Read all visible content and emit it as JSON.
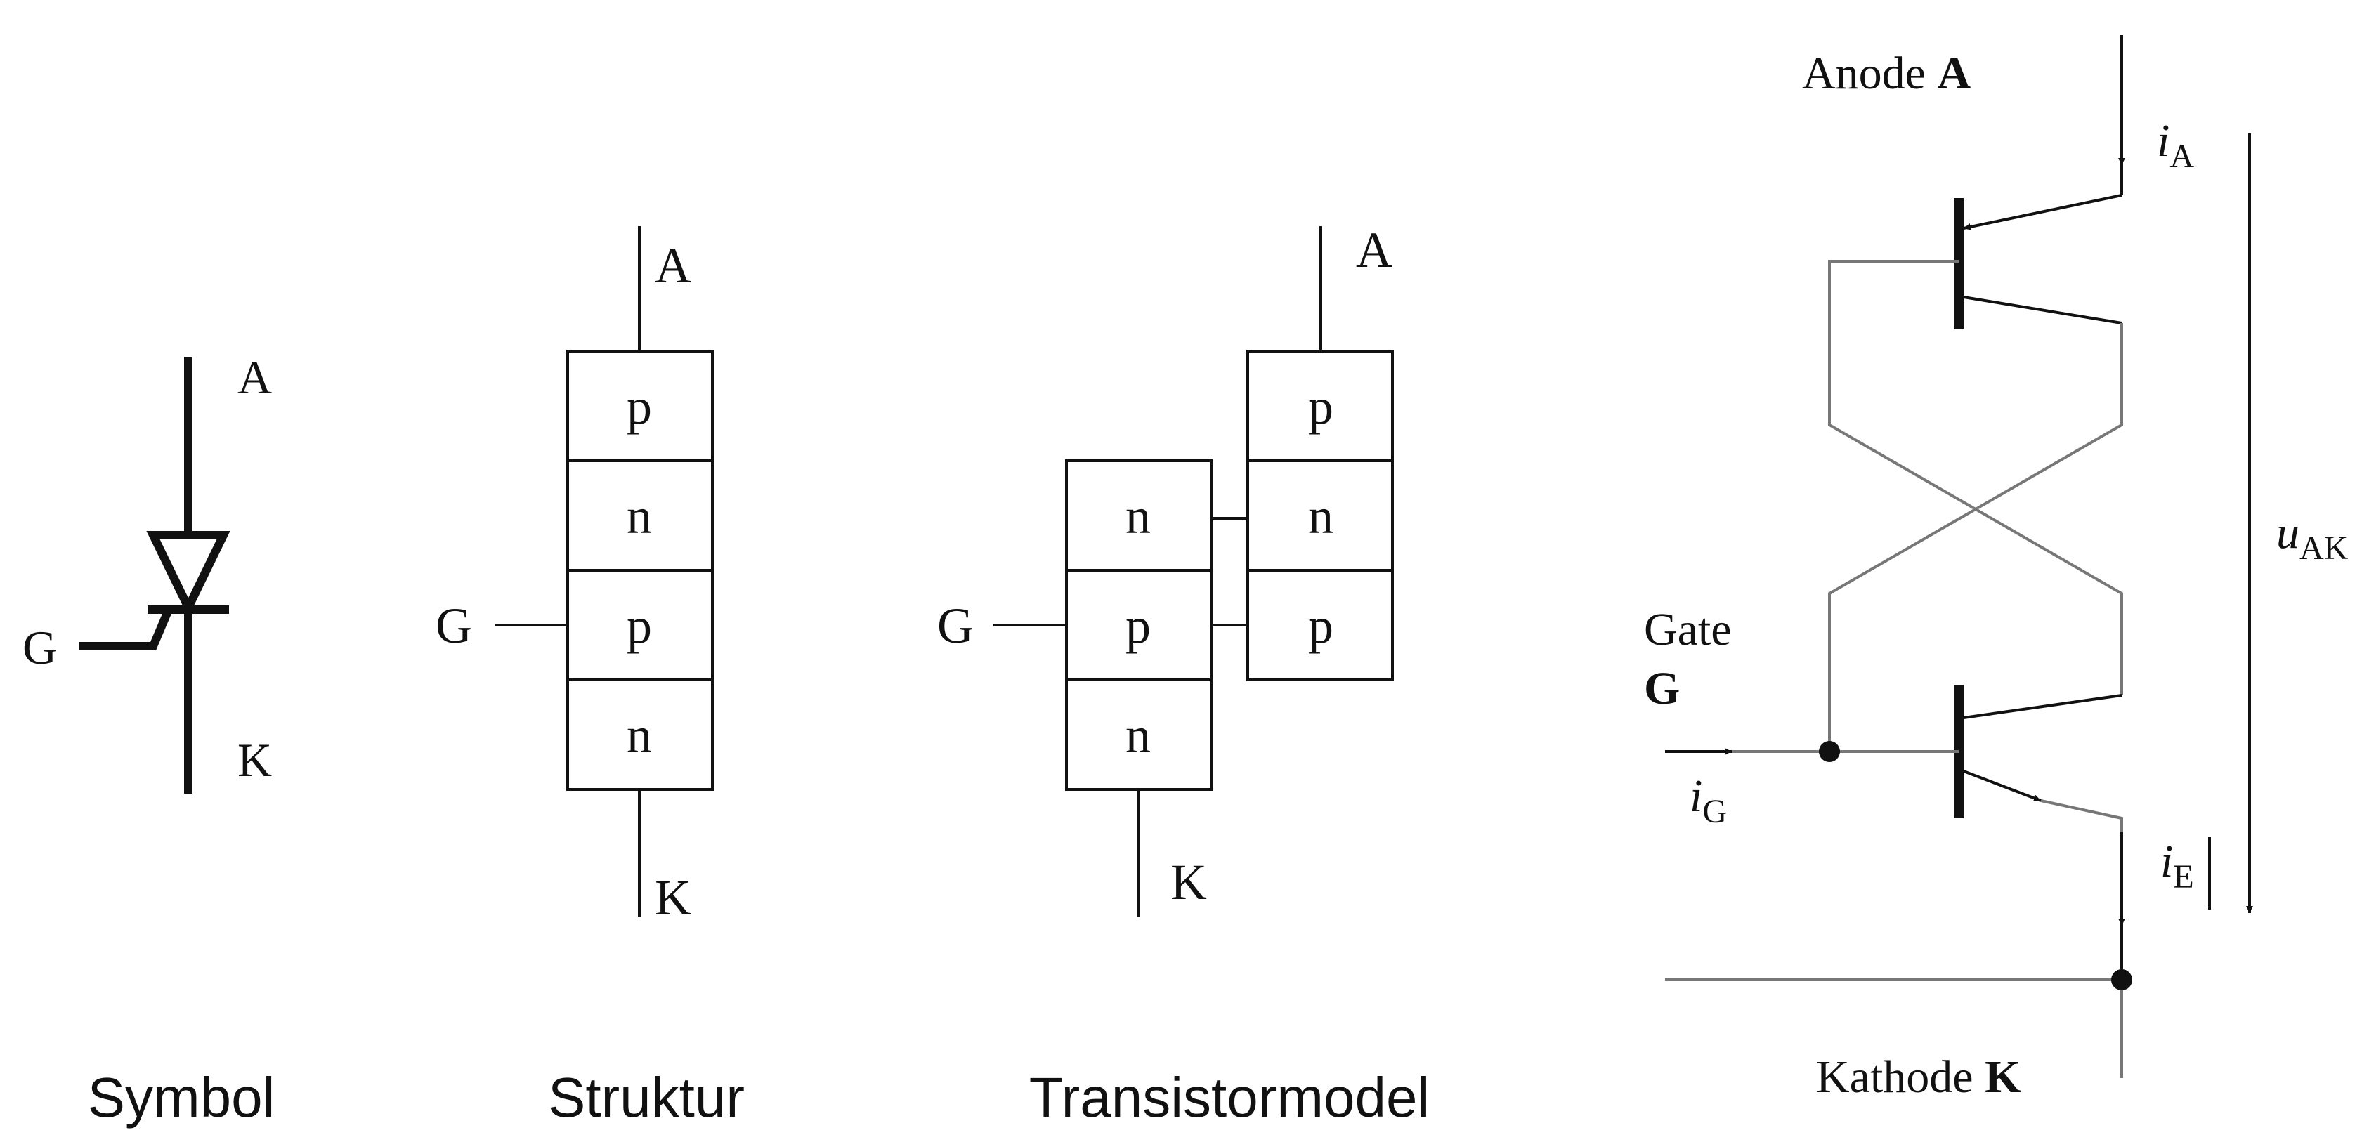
{
  "symbol": {
    "caption": "Symbol",
    "anode": "A",
    "gate": "G",
    "cathode": "K"
  },
  "structure": {
    "caption": "Struktur",
    "anode": "A",
    "gate": "G",
    "cathode": "K",
    "layers": [
      "p",
      "n",
      "p",
      "n"
    ]
  },
  "transistor_model": {
    "caption": "Transistormodel",
    "anode": "A",
    "gate": "G",
    "cathode": "K",
    "left_layers": [
      "n",
      "p",
      "n"
    ],
    "right_layers": [
      "p",
      "n",
      "p"
    ]
  },
  "circuit": {
    "anode_label": "Anode",
    "anode_letter": "A",
    "gate_label": "Gate",
    "gate_letter": "G",
    "cathode_label": "Kathode",
    "cathode_letter": "K",
    "i_a": {
      "sym": "i",
      "sub": "A"
    },
    "i_g": {
      "sym": "i",
      "sub": "G"
    },
    "i_e": {
      "sym": "i",
      "sub": "E"
    },
    "u_ak": {
      "sym": "u",
      "sub": "AK"
    }
  }
}
